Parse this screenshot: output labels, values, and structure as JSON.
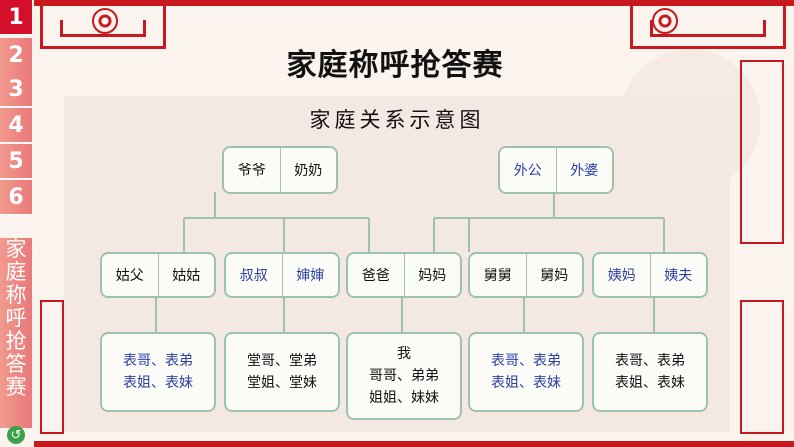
{
  "tabs": [
    "1",
    "2",
    "3",
    "4",
    "5",
    "6"
  ],
  "side_tab": [
    "家",
    "庭",
    "称",
    "呼",
    "抢",
    "答",
    "赛"
  ],
  "title": "家庭称呼抢答赛",
  "subtitle": "家庭关系示意图",
  "roots": [
    {
      "left": "爷爷",
      "right": "奶奶"
    },
    {
      "left": "外公",
      "right": "外婆"
    }
  ],
  "middle": [
    {
      "left": "姑父",
      "right": "姑姑"
    },
    {
      "left": "叔叔",
      "right": "婶婶"
    },
    {
      "left": "爸爸",
      "right": "妈妈"
    },
    {
      "left": "舅舅",
      "right": "舅妈"
    },
    {
      "left": "姨妈",
      "right": "姨夫"
    }
  ],
  "leaves": [
    {
      "lines": [
        "表哥、表弟",
        "表姐、表妹"
      ]
    },
    {
      "lines": [
        "堂哥、堂弟",
        "堂姐、堂妹"
      ]
    },
    {
      "lines": [
        "我",
        "哥哥、弟弟",
        "姐姐、妹妹"
      ]
    },
    {
      "lines": [
        "表哥、表弟",
        "表姐、表妹"
      ]
    },
    {
      "lines": [
        "表哥、表弟",
        "表姐、表妹"
      ]
    }
  ],
  "colors": {
    "frame": "#c8191e",
    "box_border": "#9fc2ae",
    "blue_text": "#2b3fa5",
    "tab_active": "#d4102a"
  },
  "icons": {
    "back": "back-arrow-icon"
  }
}
